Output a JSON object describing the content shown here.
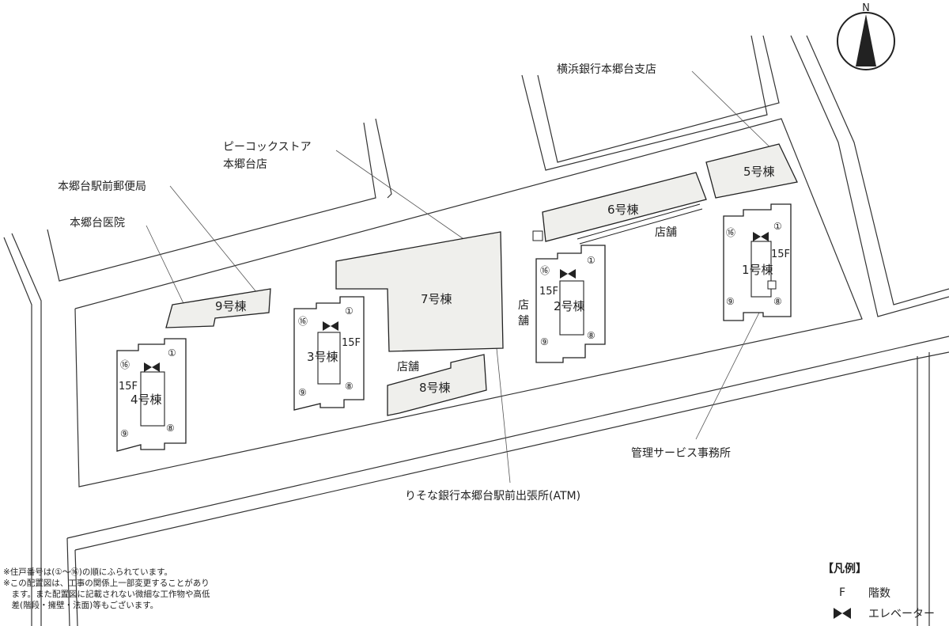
{
  "title_north": "N",
  "labels": {
    "bank": "横浜銀行本郷台支店",
    "peacock_1": "ピーコックストア",
    "peacock_2": "本郷台店",
    "post_office": "本郷台駅前郵便局",
    "clinic": "本郷台医院",
    "management": "管理サービス事務所",
    "resona": "りそな銀行本郷台駅前出張所(ATM)",
    "shop": "店舗",
    "shop_v1": "店",
    "shop_v2": "舗"
  },
  "buildings": {
    "b1": {
      "name": "1号棟",
      "floors": "15F"
    },
    "b2": {
      "name": "2号棟",
      "floors": "15F"
    },
    "b3": {
      "name": "3号棟",
      "floors": "15F"
    },
    "b4": {
      "name": "4号棟",
      "floors": "15F"
    },
    "b5": {
      "name": "5号棟"
    },
    "b6": {
      "name": "6号棟"
    },
    "b7": {
      "name": "7号棟"
    },
    "b8": {
      "name": "8号棟"
    },
    "b9": {
      "name": "9号棟"
    }
  },
  "units": {
    "u1": "①",
    "u8": "⑧",
    "u9": "⑨",
    "u16": "⑯"
  },
  "notes": [
    "※住戸番号は(①〜⑯)の順にふられています。",
    "※この配置図は、工事の関係上一部変更することがあり",
    "　ます。また配置図に記載されない微細な工作物や高低",
    "　差(階段・擁壁・法面)等もございます。"
  ],
  "legend": {
    "title": "【凡例】",
    "floor_key": "F",
    "floor_label": "階数",
    "elevator_label": "エレベーター"
  }
}
